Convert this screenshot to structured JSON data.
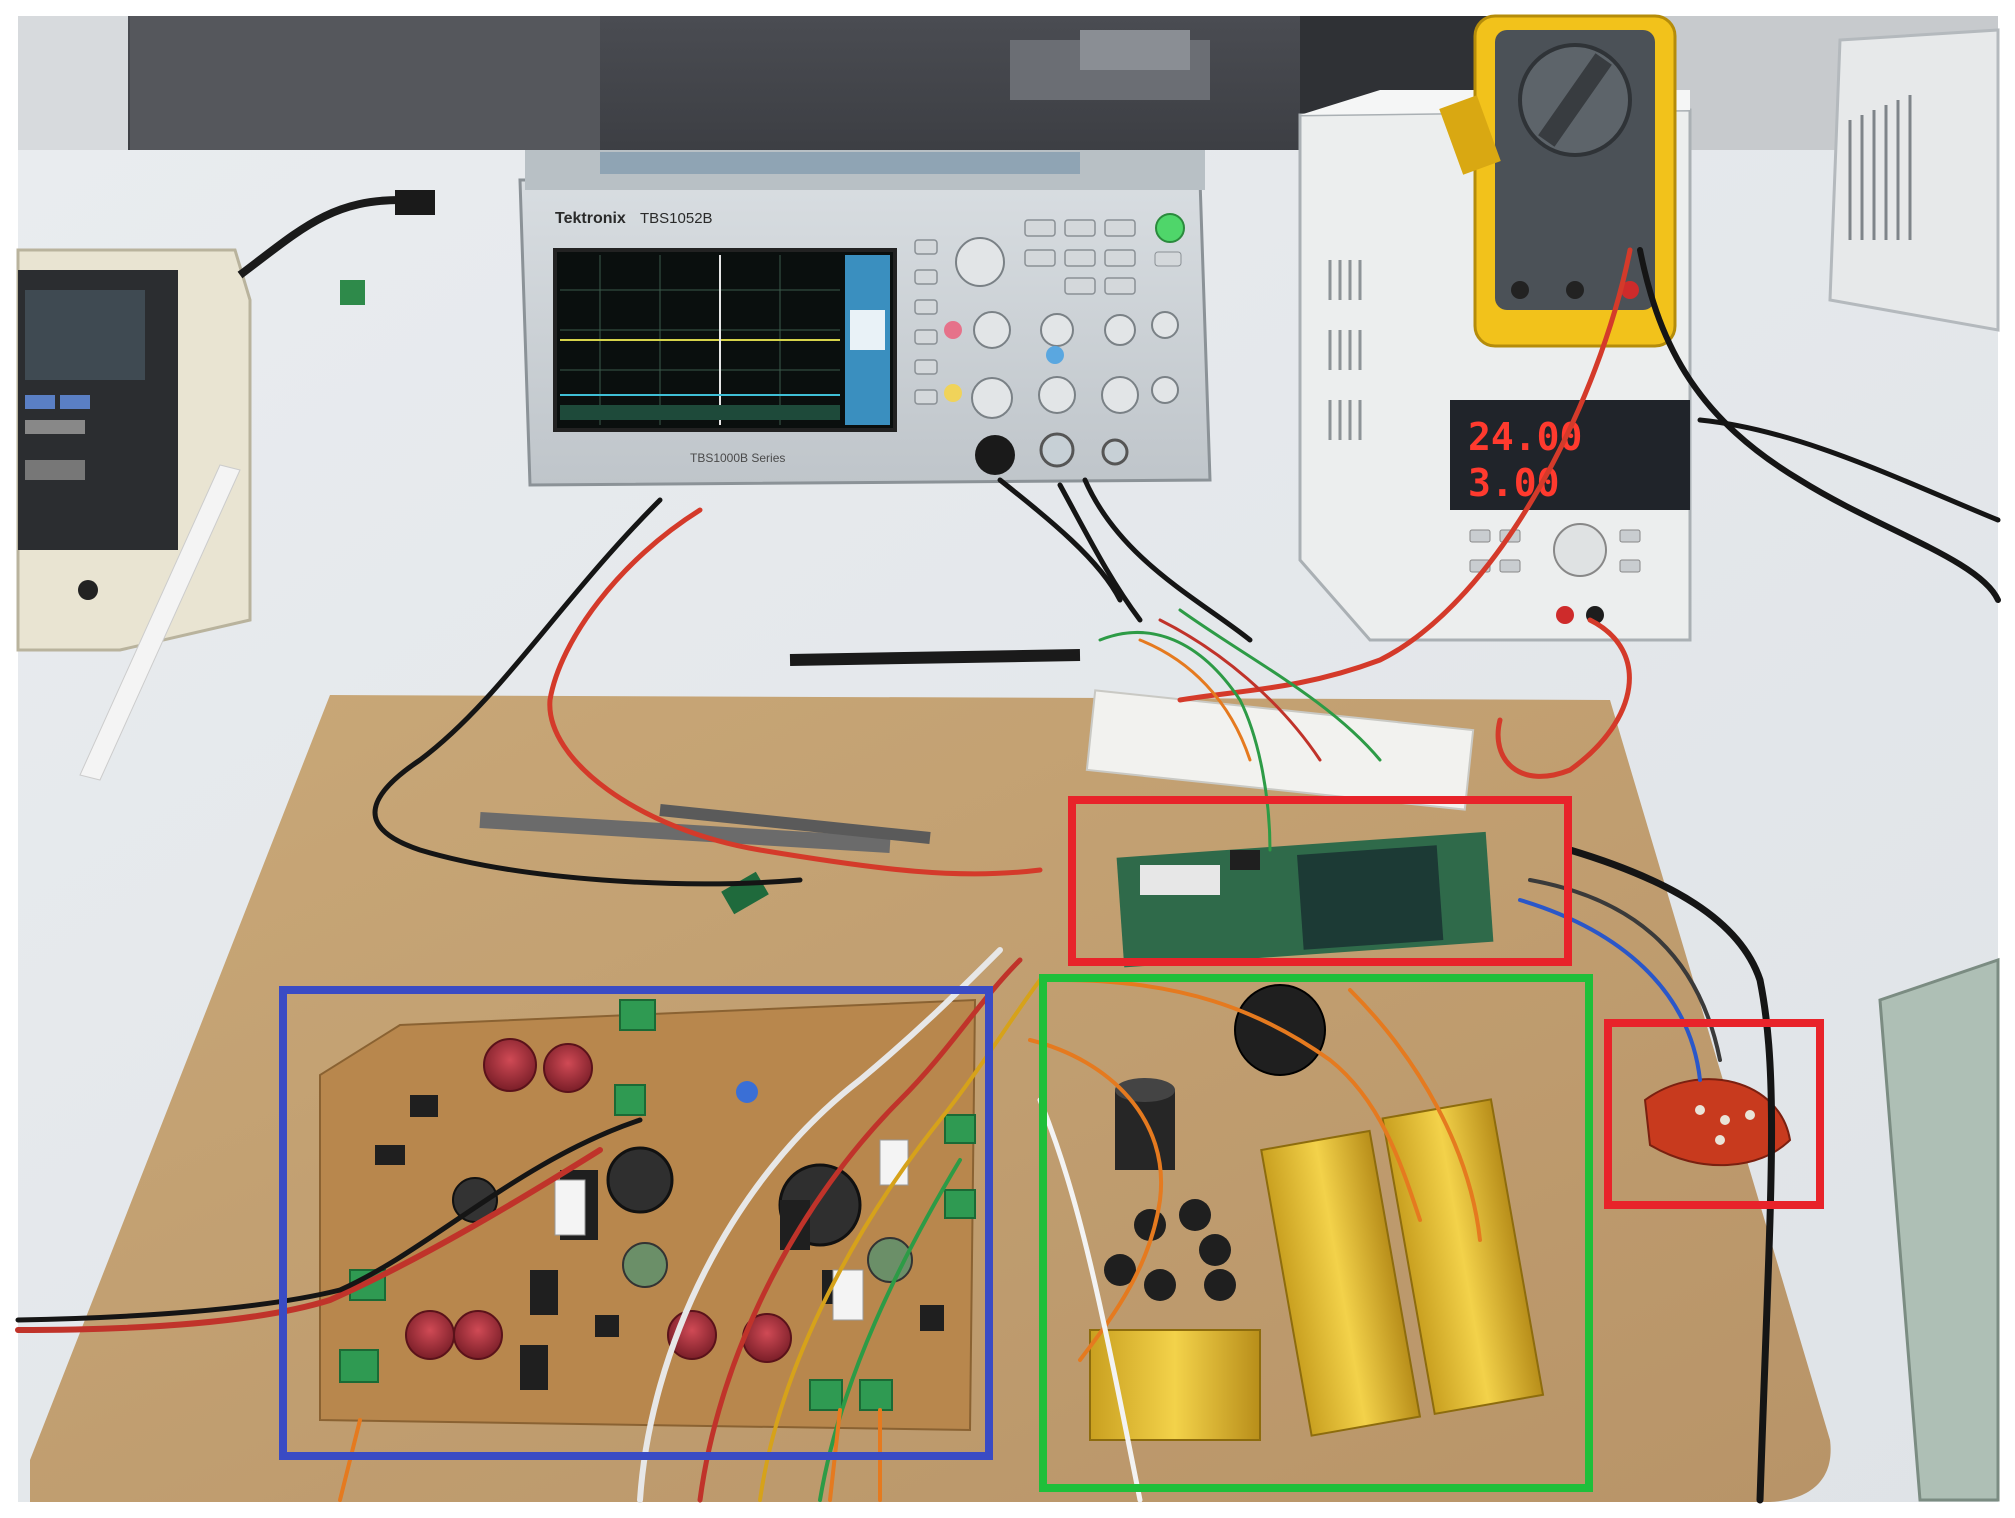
{
  "photo": {
    "oscilloscope": {
      "brand": "Tektronix",
      "model": "TBS1052B",
      "series": "TBS1000B Series"
    },
    "power_supply": {
      "voltage_display": "24.00",
      "current_display": "3.00"
    },
    "annotations": {
      "control_board_box_color": "#e8232a",
      "sensor_box_color": "#e8232a",
      "power_stage_box_color": "#3a4bc4",
      "load_box_color": "#1fbf3a"
    }
  }
}
